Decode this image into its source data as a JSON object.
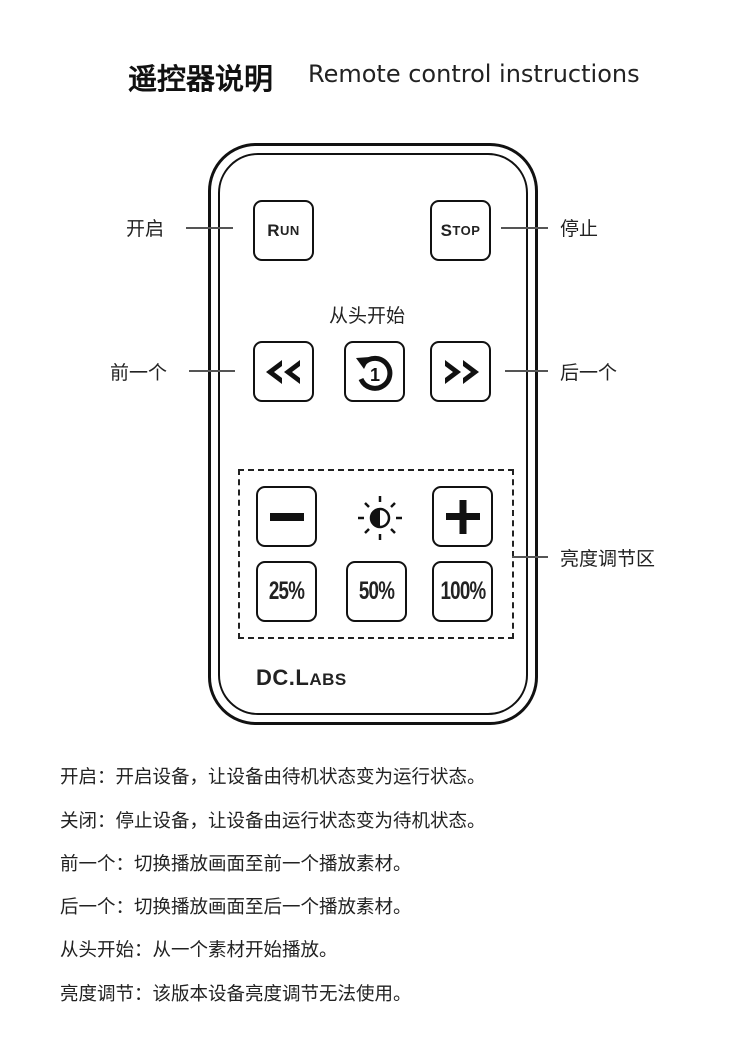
{
  "title": {
    "cn": "遥控器说明",
    "en": "Remote control instructions"
  },
  "remote": {
    "run_button": {
      "big": "R",
      "small": "UN"
    },
    "stop_button": {
      "big": "S",
      "small": "TOP"
    },
    "restart_label": "从头开始",
    "restart_digit": "1",
    "prev_button": "<<",
    "next_button": ">>",
    "brightness": [
      "25%",
      "50%",
      "100%"
    ],
    "brand": {
      "big1": "DC.L",
      "small": "ABS"
    }
  },
  "callouts": {
    "run": "开启",
    "stop": "停止",
    "prev": "前一个",
    "next": "后一个",
    "brightness": "亮度调节区"
  },
  "descriptions": [
    "开启：开启设备，让设备由待机状态变为运行状态。",
    "关闭：停止设备，让设备由运行状态变为待机状态。",
    "前一个：切换播放画面至前一个播放素材。",
    "后一个：切换播放画面至后一个播放素材。",
    "从头开始：从一个素材开始播放。",
    "亮度调节：该版本设备亮度调节无法使用。"
  ]
}
